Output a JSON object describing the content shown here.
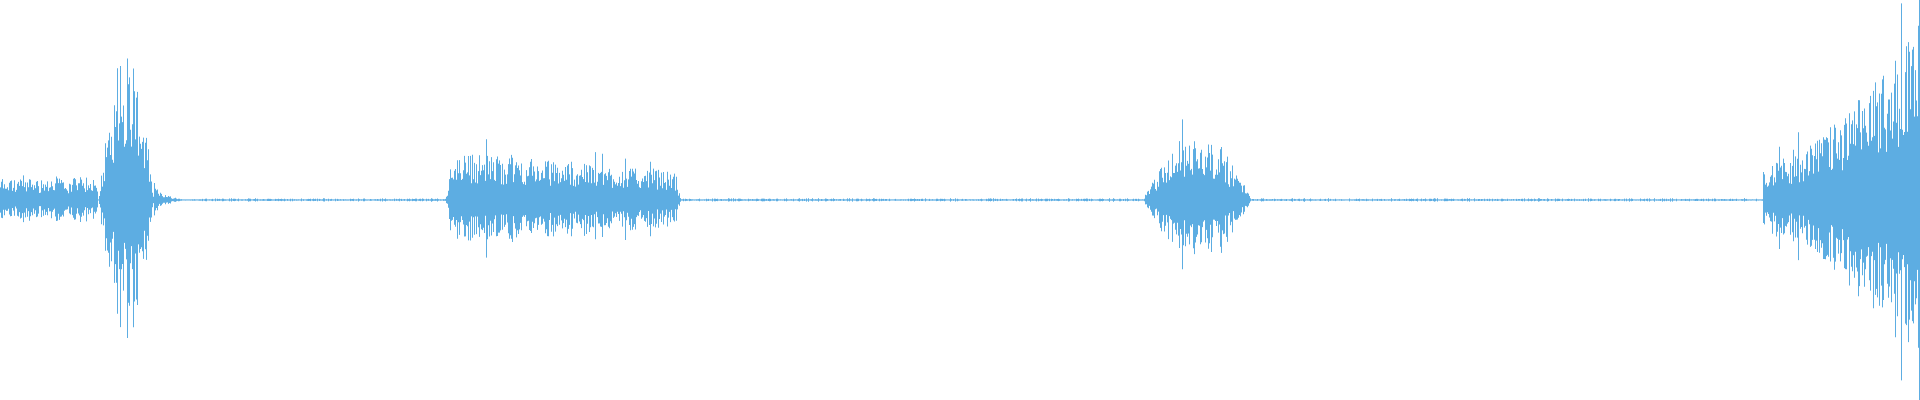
{
  "waveform": {
    "color": "#5dade2",
    "segments": [
      {
        "start": 0.0,
        "end": 0.051,
        "level": 0.14,
        "kind": "noise"
      },
      {
        "start": 0.051,
        "end": 0.08,
        "level": 0.88,
        "kind": "burst"
      },
      {
        "start": 0.08,
        "end": 0.1,
        "level": 0.1,
        "kind": "decay"
      },
      {
        "start": 0.1,
        "end": 0.232,
        "level": 0.01,
        "kind": "silence"
      },
      {
        "start": 0.232,
        "end": 0.355,
        "level": 0.26,
        "kind": "sustain"
      },
      {
        "start": 0.355,
        "end": 0.595,
        "level": 0.01,
        "kind": "silence"
      },
      {
        "start": 0.595,
        "end": 0.652,
        "level": 0.38,
        "kind": "burst"
      },
      {
        "start": 0.652,
        "end": 0.918,
        "level": 0.01,
        "kind": "silence"
      },
      {
        "start": 0.918,
        "end": 1.0,
        "level": 0.95,
        "kind": "rise"
      }
    ]
  }
}
